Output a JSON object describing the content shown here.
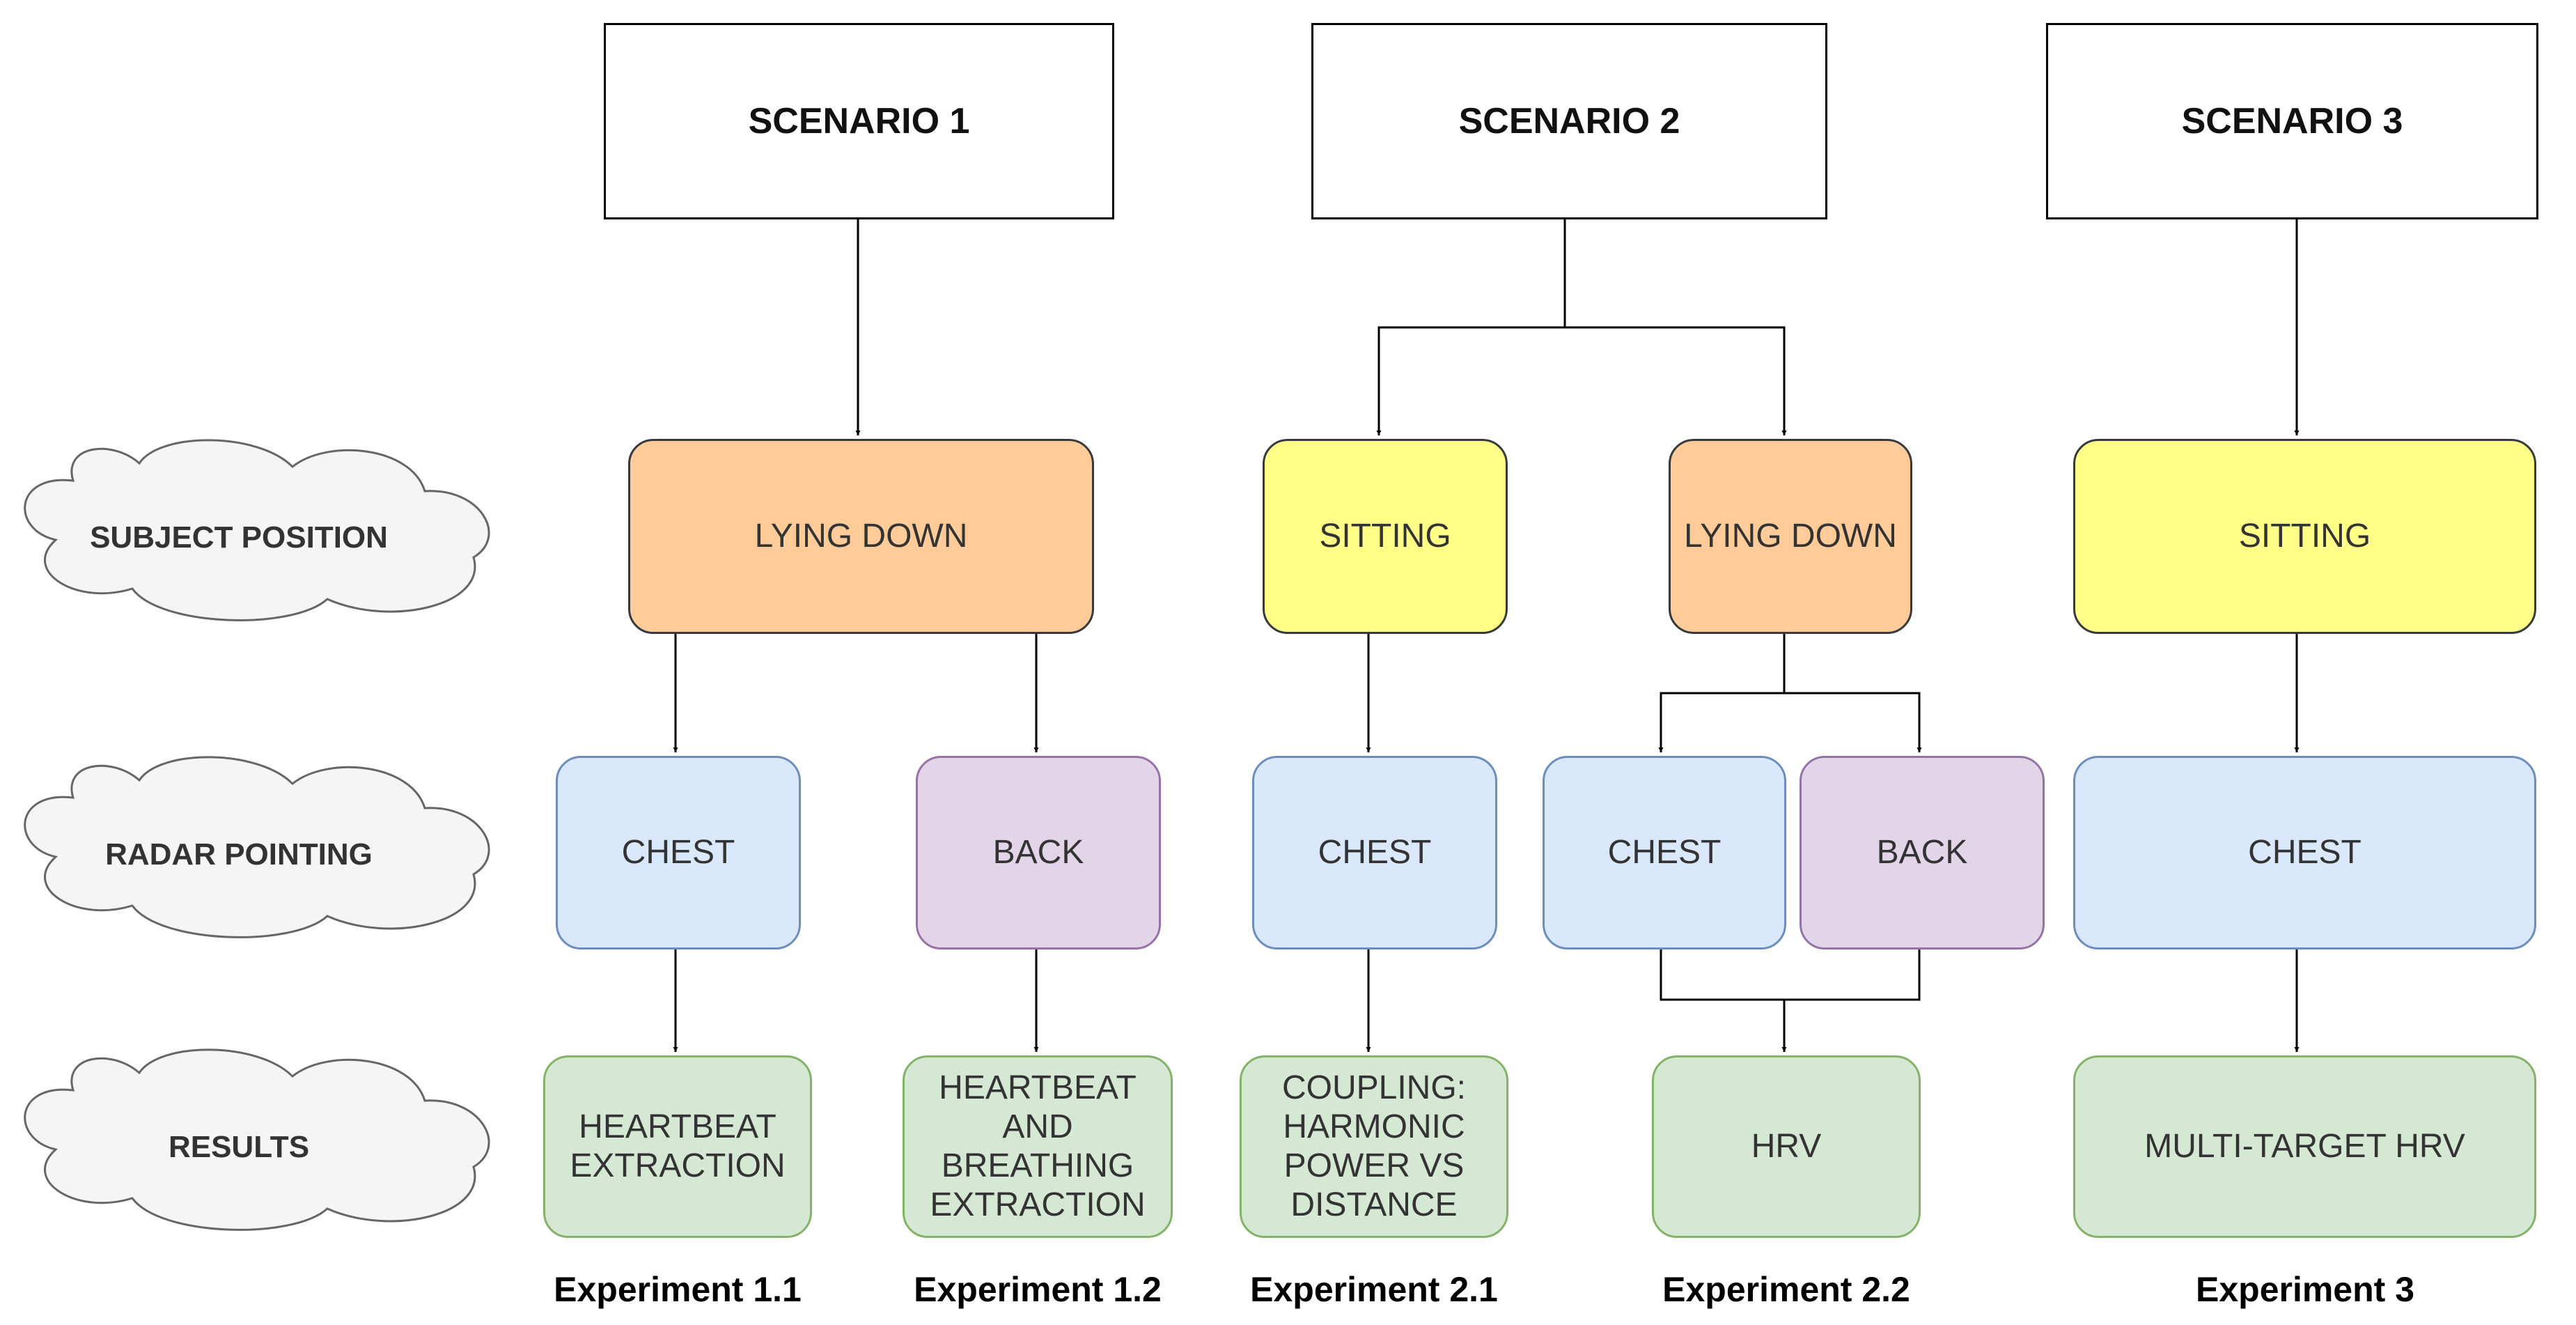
{
  "scenarios": [
    {
      "label": "SCENARIO 1"
    },
    {
      "label": "SCENARIO 2"
    },
    {
      "label": "SCENARIO 3"
    }
  ],
  "row_labels": {
    "subject_position": "SUBJECT POSITION",
    "radar_pointing": "RADAR POINTING",
    "results": "RESULTS"
  },
  "positions": [
    {
      "label": "LYING DOWN"
    },
    {
      "label": "SITTING"
    },
    {
      "label": "LYING DOWN"
    },
    {
      "label": "SITTING"
    }
  ],
  "radar": [
    {
      "label": "CHEST"
    },
    {
      "label": "BACK"
    },
    {
      "label": "CHEST"
    },
    {
      "label": "CHEST"
    },
    {
      "label": "BACK"
    },
    {
      "label": "CHEST"
    }
  ],
  "results": [
    {
      "label": "HEARTBEAT\nEXTRACTION"
    },
    {
      "label": "HEARTBEAT\nAND\nBREATHING\nEXTRACTION"
    },
    {
      "label": "COUPLING:\nHARMONIC\nPOWER VS\nDISTANCE"
    },
    {
      "label": "HRV"
    },
    {
      "label": "MULTI-TARGET HRV"
    }
  ],
  "experiments": [
    {
      "label": "Experiment 1.1"
    },
    {
      "label": "Experiment 1.2"
    },
    {
      "label": "Experiment 2.1"
    },
    {
      "label": "Experiment 2.2"
    },
    {
      "label": "Experiment 3"
    }
  ],
  "colors": {
    "lying_down_fill": "#ffcc99",
    "sitting_fill": "#ffff88",
    "chest_fill": "#dae8fc",
    "back_fill": "#e1d5e7",
    "result_fill": "#d5e8d4",
    "cloud_fill": "#f5f5f5"
  }
}
